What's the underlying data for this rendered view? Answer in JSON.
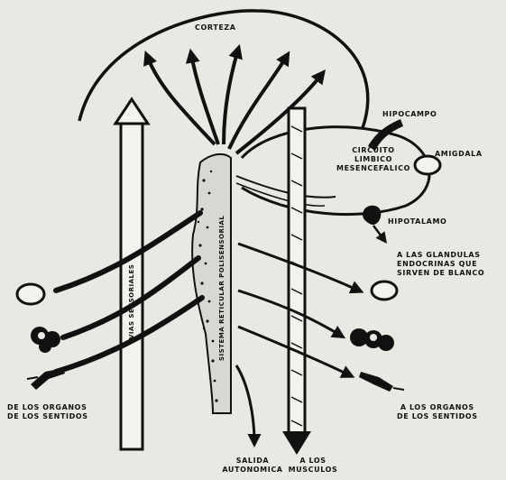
{
  "labels": {
    "corteza": "CORTEZA",
    "hipocampo": "HIPOCAMPO",
    "amigdala": "AMIGDALA",
    "circuito_line1": "CIRCUITO",
    "circuito_line2": "LIMBICO",
    "circuito_line3": "MESENCEFALICO",
    "hipotalamo": "HIPOTALAMO",
    "glandulas_line1": "A LAS GLANDULAS",
    "glandulas_line2": "ENDOCRINAS QUE",
    "glandulas_line3": "SIRVEN DE BLANCO",
    "organos_in_line1": "DE LOS ORGANOS",
    "organos_in_line2": "DE LOS SENTIDOS",
    "organos_out_line1": "A LOS ORGANOS",
    "organos_out_line2": "DE LOS SENTIDOS",
    "salida_line1": "SALIDA",
    "salida_line2": "AUTONOMICA",
    "musculos_line1": "A LOS",
    "musculos_line2": "MUSCULOS",
    "sistema_reticular": "SISTEMA RETICULAR POLISENSORIAL",
    "vias_sensoriales": "VIAS SENSORIALES"
  },
  "colors": {
    "ink": "#111111",
    "paper": "#e9e9e4"
  }
}
